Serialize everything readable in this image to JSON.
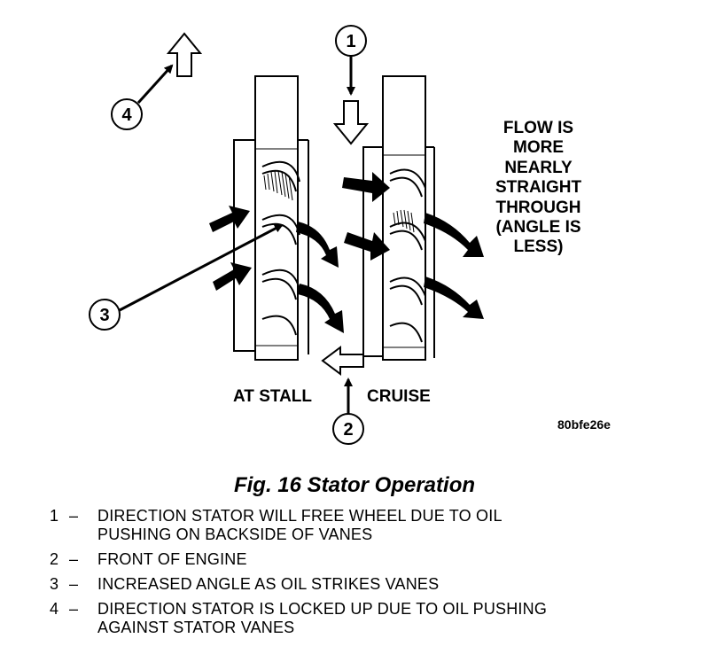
{
  "diagram": {
    "callouts": [
      "1",
      "2",
      "3",
      "4"
    ],
    "label_stall": "AT STALL",
    "label_cruise": "CRUISE",
    "flow_text": [
      "FLOW IS",
      "MORE",
      "NEARLY",
      "STRAIGHT",
      "THROUGH",
      "(ANGLE IS",
      "LESS)"
    ],
    "image_code": "80bfe26e"
  },
  "caption": "Fig. 16 Stator Operation",
  "legend": [
    {
      "num": "1",
      "dash": "–",
      "text": [
        "DIRECTION STATOR WILL FREE WHEEL DUE TO OIL",
        "PUSHING ON BACKSIDE OF VANES"
      ]
    },
    {
      "num": "2",
      "dash": "–",
      "text": [
        "FRONT OF ENGINE"
      ]
    },
    {
      "num": "3",
      "dash": "–",
      "text": [
        "INCREASED ANGLE AS OIL STRIKES VANES"
      ]
    },
    {
      "num": "4",
      "dash": "–",
      "text": [
        "DIRECTION STATOR IS LOCKED UP DUE TO OIL PUSHING",
        "AGAINST STATOR VANES"
      ]
    }
  ]
}
